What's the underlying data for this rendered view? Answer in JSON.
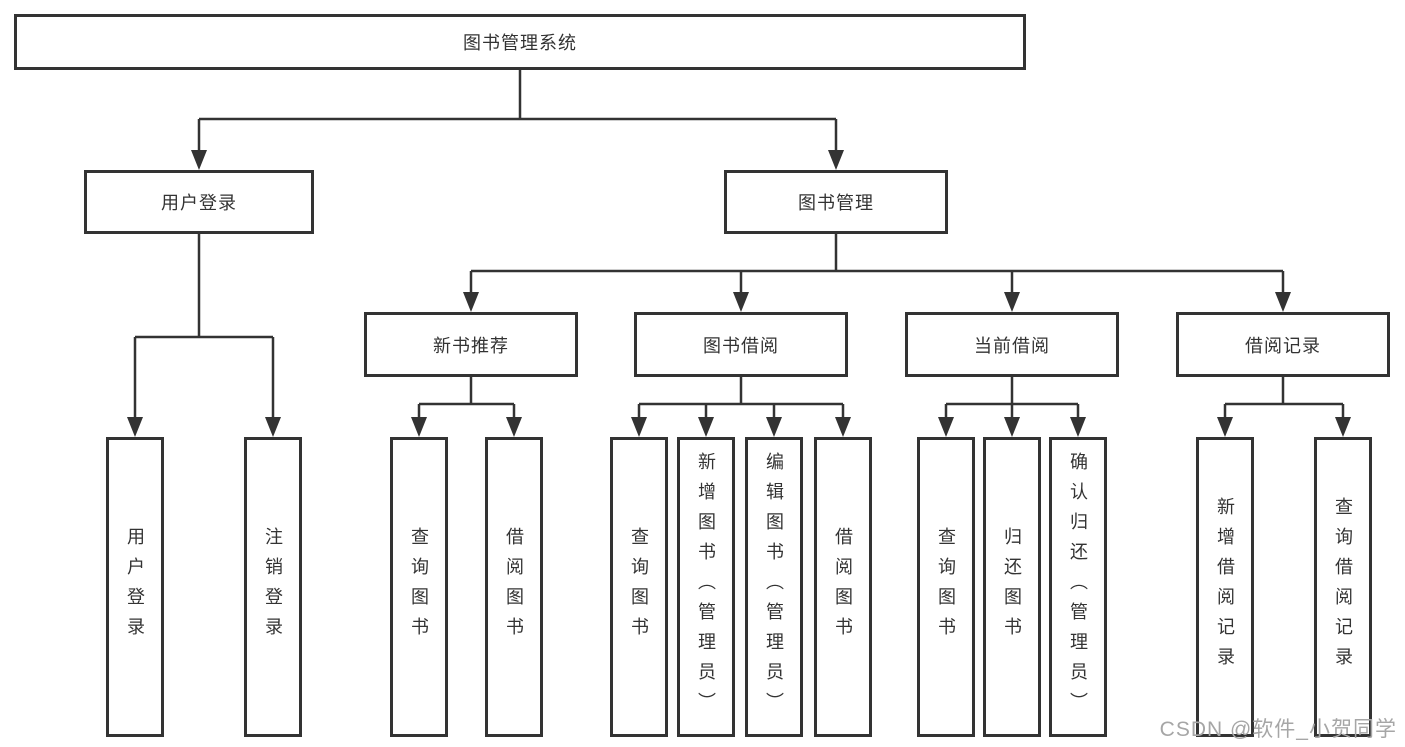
{
  "diagram": {
    "root": {
      "label": "图书管理系统"
    },
    "branches": [
      {
        "label": "用户登录",
        "children": [
          {
            "label": "用户登录"
          },
          {
            "label": "注销登录"
          }
        ]
      },
      {
        "label": "图书管理",
        "children": [
          {
            "label": "新书推荐",
            "children": [
              {
                "label": "查询图书"
              },
              {
                "label": "借阅图书"
              }
            ]
          },
          {
            "label": "图书借阅",
            "children": [
              {
                "label": "查询图书"
              },
              {
                "label": "新增图书（管理员）"
              },
              {
                "label": "编辑图书（管理员）"
              },
              {
                "label": "借阅图书"
              }
            ]
          },
          {
            "label": "当前借阅",
            "children": [
              {
                "label": "查询图书"
              },
              {
                "label": "归还图书"
              },
              {
                "label": "确认归还（管理员）"
              }
            ]
          },
          {
            "label": "借阅记录",
            "children": [
              {
                "label": "新增借阅记录"
              },
              {
                "label": "查询借阅记录"
              }
            ]
          }
        ]
      }
    ]
  },
  "watermark": {
    "text": "CSDN @软件_小贺同学"
  },
  "colors": {
    "line": "#333333",
    "text": "#333333",
    "box_background": "#ffffff",
    "page_background": "#ffffff",
    "watermark": "#a6a6a6"
  }
}
